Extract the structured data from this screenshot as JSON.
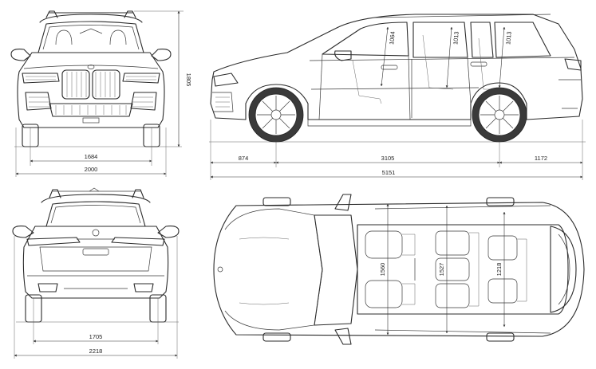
{
  "dimensions": {
    "front_track": "1684",
    "front_width": "2000",
    "height": "1805",
    "front_overhang": "874",
    "wheelbase": "3105",
    "rear_overhang": "1172",
    "length": "5151",
    "headroom_row1": "1064",
    "headroom_row2": "1013",
    "headroom_row3": "1013",
    "rear_track": "1705",
    "mirror_width": "2218",
    "shoulder_row1": "1560",
    "shoulder_row2": "1527",
    "shoulder_row3": "1218"
  },
  "colors": {
    "line": "#2b2b2b",
    "background": "#ffffff"
  }
}
